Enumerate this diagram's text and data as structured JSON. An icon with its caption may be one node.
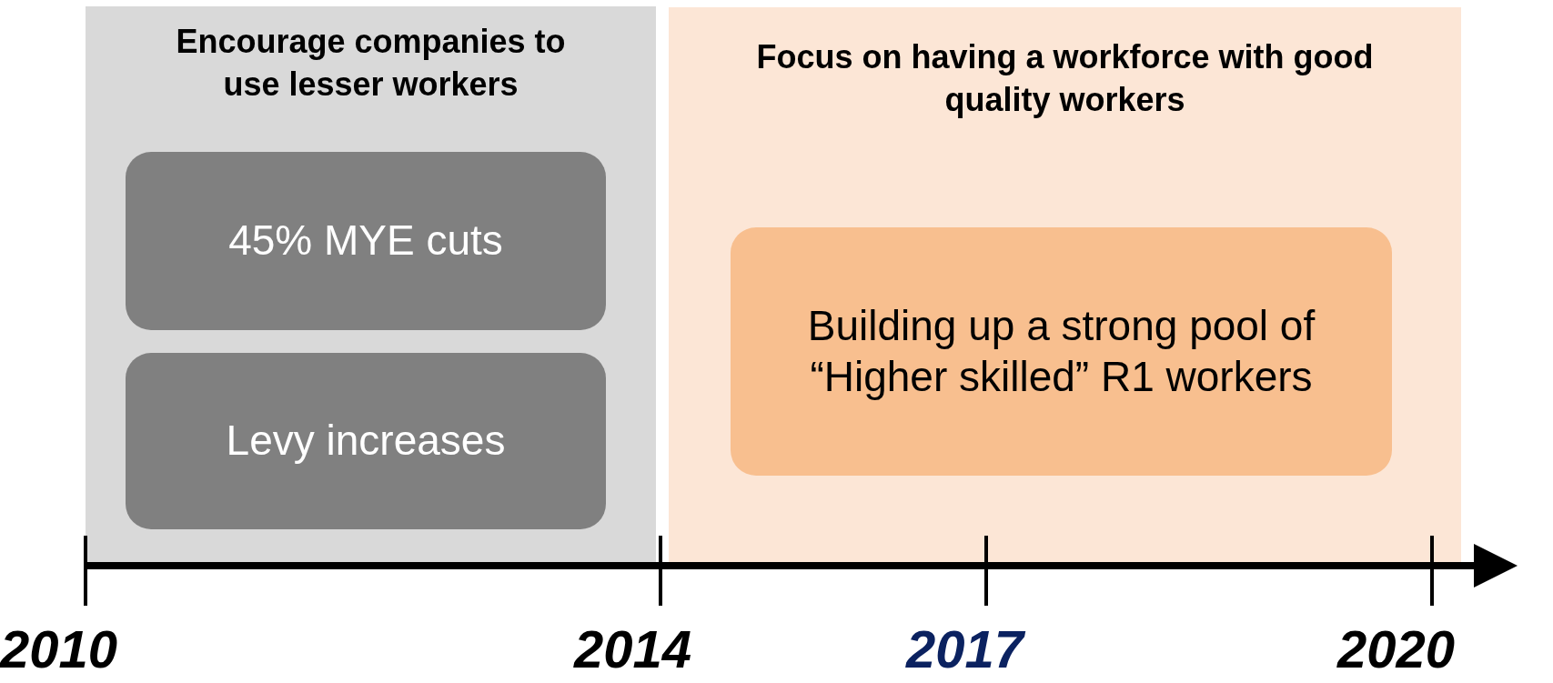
{
  "diagram": {
    "nodes": [
      {
        "text": [
          "Encourage companies to use lesser workers"
        ]
      },
      {
        "text": [
          "45% MYE cuts"
        ],
        "in": 0
      },
      {
        "text": [
          "Levy increases"
        ],
        "in": 0
      },
      {
        "text": [
          "Focus on having a workforce with good quality workers"
        ]
      },
      {
        "text": [
          "Building up a strong pool of “Higher skilled” R1 workers"
        ],
        "in": 3
      }
    ],
    "labels": [
      "2010",
      "2014",
      "2017",
      "2020"
    ]
  }
}
